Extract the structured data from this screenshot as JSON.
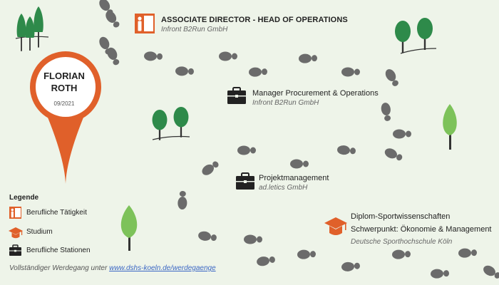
{
  "pin": {
    "first_name": "FLORIAN",
    "last_name": "ROTH",
    "date": "09/2021"
  },
  "stations": [
    {
      "title": "ASSOCIATE DIRECTOR - HEAD OF OPERATIONS",
      "org": "Infront B2Run GmbH",
      "icon": "door-person-icon",
      "category": "work"
    },
    {
      "title": "Manager Procurement & Operations",
      "org": "Infront B2Run GmbH",
      "icon": "briefcase-icon",
      "category": "station"
    },
    {
      "title": "Projektmanagement",
      "org": "ad.letics GmbH",
      "icon": "briefcase-icon",
      "category": "station"
    },
    {
      "title_line1": "Diplom-Sportwissenschaften",
      "title_line2": "Schwerpunkt: Ökonomie & Management",
      "org": "Deutsche Sporthochschule Köln",
      "icon": "graduation-cap-icon",
      "category": "study"
    }
  ],
  "legend": {
    "title": "Legende",
    "items": [
      {
        "label": "Berufliche Tätigkeit",
        "icon": "door-person-icon"
      },
      {
        "label": "Studium",
        "icon": "graduation-cap-icon"
      },
      {
        "label": "Berufliche Stationen",
        "icon": "briefcase-icon"
      }
    ]
  },
  "footer": {
    "text": "Vollständiger Werdegang unter",
    "link": "www.dshs-koeln.de/werdegaenge"
  },
  "colors": {
    "background": "#eef4e9",
    "accent_orange": "#e0602a",
    "footprint": "#6b6b6b",
    "tree_green": "#2e8a4a",
    "tree_light": "#7dc25a",
    "dark": "#222222"
  }
}
